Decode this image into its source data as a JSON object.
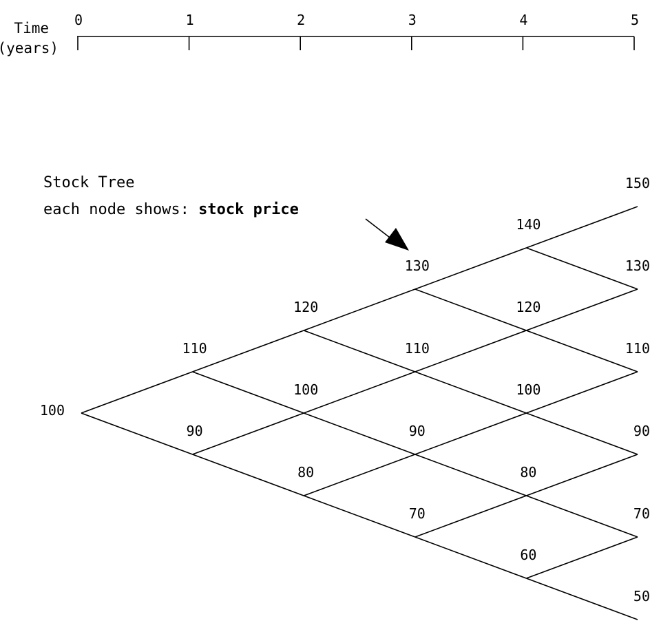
{
  "timeline": {
    "label_line1": "Time",
    "label_line2": "(years)",
    "ticks": [
      "0",
      "1",
      "2",
      "3",
      "4",
      "5"
    ]
  },
  "annotation": {
    "title": "Stock Tree",
    "subtitle_prefix": "each node shows: ",
    "subtitle_bold": "stock price"
  },
  "tree": {
    "steps": [
      [
        "100"
      ],
      [
        "110",
        "90"
      ],
      [
        "120",
        "100",
        "80"
      ],
      [
        "130",
        "110",
        "90",
        "70"
      ],
      [
        "140",
        "120",
        "100",
        "80",
        "60"
      ],
      [
        "150",
        "130",
        "110",
        "90",
        "70",
        "50"
      ]
    ]
  }
}
